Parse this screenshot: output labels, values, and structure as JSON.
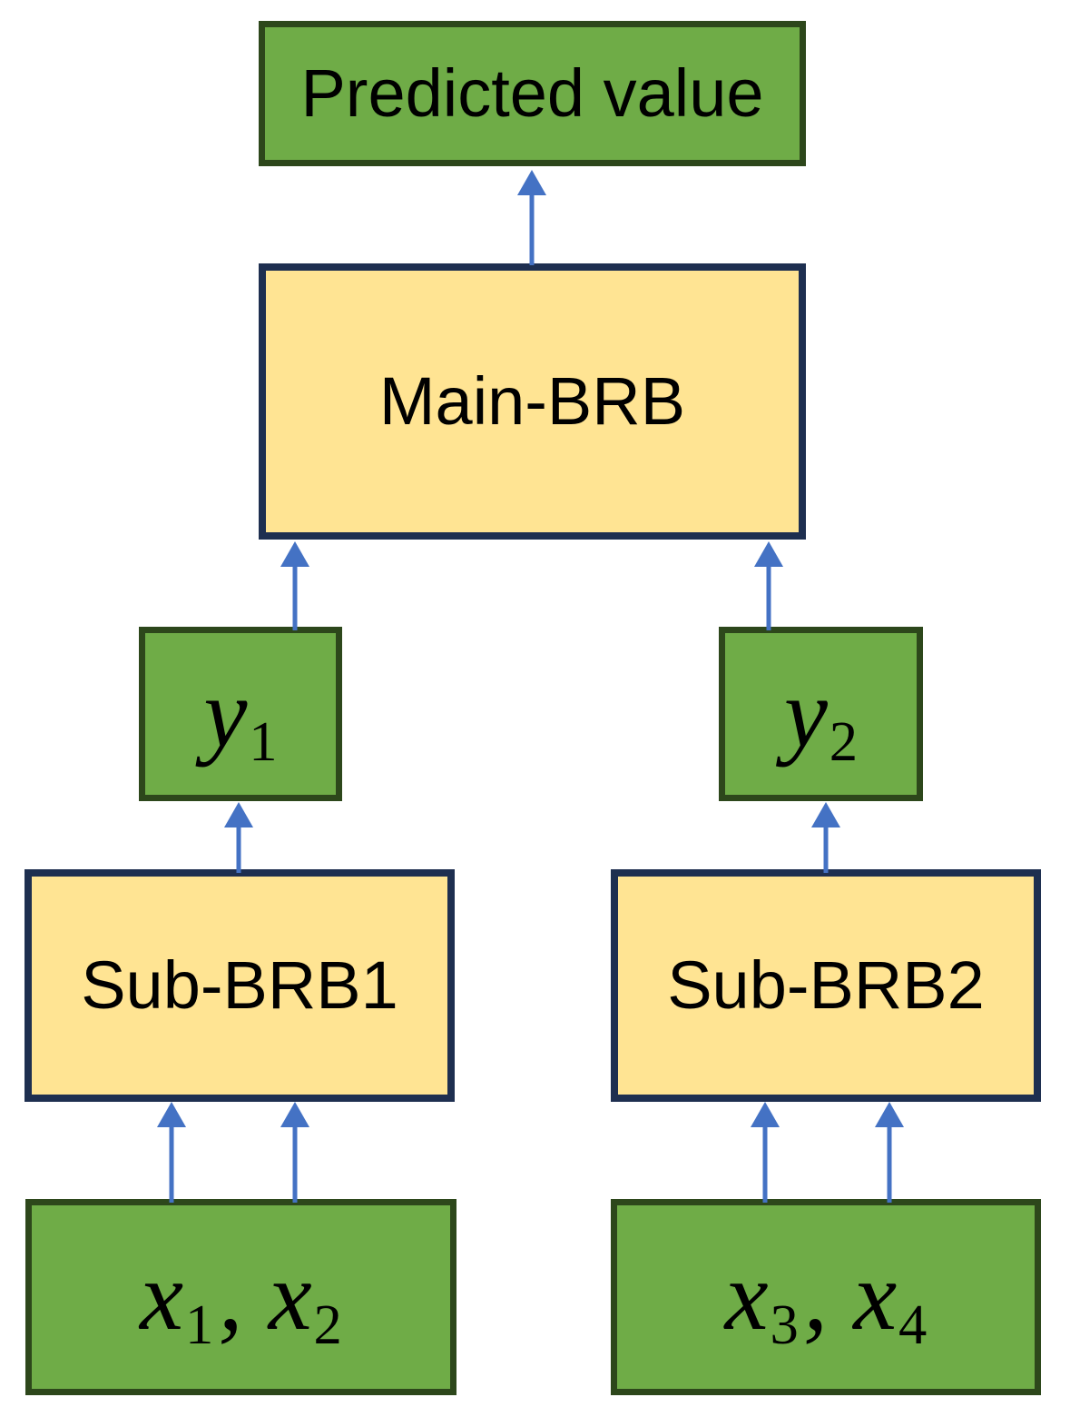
{
  "diagram": {
    "colors": {
      "green_fill": "#6FAC47",
      "green_border": "#2D471B",
      "yellow_fill": "#FFE493",
      "navy_border": "#1E2F50",
      "arrow_blue": "#4472C4",
      "text_color": "#000000"
    },
    "nodes": {
      "predicted": {
        "label": "Predicted value"
      },
      "main_brb": {
        "label": "Main-BRB"
      },
      "y1": {
        "var": "y",
        "sub": "1"
      },
      "y2": {
        "var": "y",
        "sub": "2"
      },
      "sub_brb1": {
        "label": "Sub-BRB1"
      },
      "sub_brb2": {
        "label": "Sub-BRB2"
      },
      "x12": {
        "var1": "x",
        "sub1": "1",
        "sep": ",",
        "var2": "x",
        "sub2": "2"
      },
      "x34": {
        "var1": "x",
        "sub1": "3",
        "sep": ",",
        "var2": "x",
        "sub2": "4"
      }
    },
    "edges": [
      {
        "from": "Main-BRB",
        "to": "Predicted value",
        "arrows": 1
      },
      {
        "from": "y1",
        "to": "Main-BRB",
        "arrows": 1
      },
      {
        "from": "y2",
        "to": "Main-BRB",
        "arrows": 1
      },
      {
        "from": "Sub-BRB1",
        "to": "y1",
        "arrows": 1
      },
      {
        "from": "Sub-BRB2",
        "to": "y2",
        "arrows": 1
      },
      {
        "from": "x1,x2",
        "to": "Sub-BRB1",
        "arrows": 2
      },
      {
        "from": "x3,x4",
        "to": "Sub-BRB2",
        "arrows": 2
      }
    ]
  }
}
